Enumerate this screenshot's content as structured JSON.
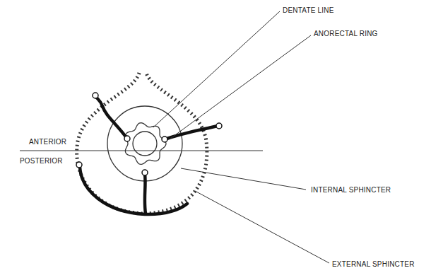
{
  "diagram": {
    "labels": [
      "DENTATE LINE",
      "ANORECTAL RING",
      "ANTERIOR",
      "POSTERIOR",
      "INTERNAL SPHINCTER",
      "EXTERNAL SPHINCTER"
    ]
  }
}
